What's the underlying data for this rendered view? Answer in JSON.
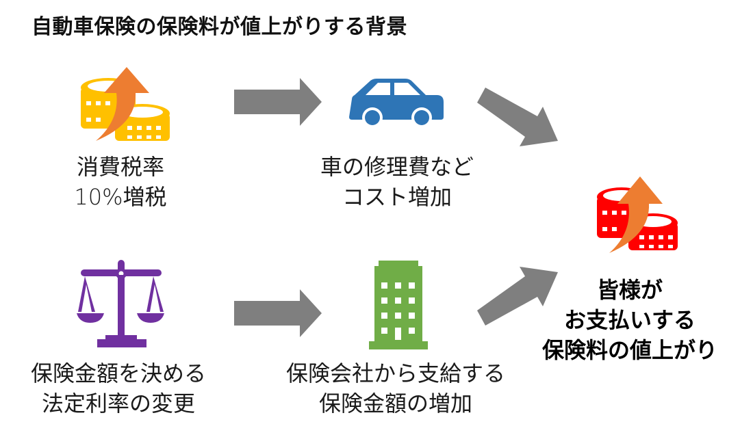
{
  "title": "自動車保険の保険料が値上がりする背景",
  "colors": {
    "arrow_gray": "#7f7f7f",
    "coin_yellow": "#ffc000",
    "coin_red": "#ff0000",
    "up_arrow_orange": "#ed7d31",
    "car_blue": "#2e75b6",
    "scale_purple": "#7030a0",
    "building_green": "#70ad47"
  },
  "nodes": {
    "tax": {
      "icon": "coins-up-icon",
      "lines": [
        "消費税率",
        "10%増税"
      ]
    },
    "repair": {
      "icon": "car-icon",
      "lines": [
        "車の修理費など",
        "コスト増加"
      ]
    },
    "interest": {
      "icon": "scales-icon",
      "lines": [
        "保険金額を決める",
        "法定利率の変更"
      ]
    },
    "payout": {
      "icon": "building-icon",
      "lines": [
        "保険会社から支給する",
        "保険金額の増加"
      ]
    },
    "result": {
      "icon": "coins-up-icon",
      "lines": [
        "皆様が",
        "お支払いする",
        "保険料の値上がり"
      ]
    }
  },
  "flow": [
    {
      "from": "tax",
      "to": "repair"
    },
    {
      "from": "repair",
      "to": "result"
    },
    {
      "from": "interest",
      "to": "payout"
    },
    {
      "from": "payout",
      "to": "result"
    }
  ]
}
